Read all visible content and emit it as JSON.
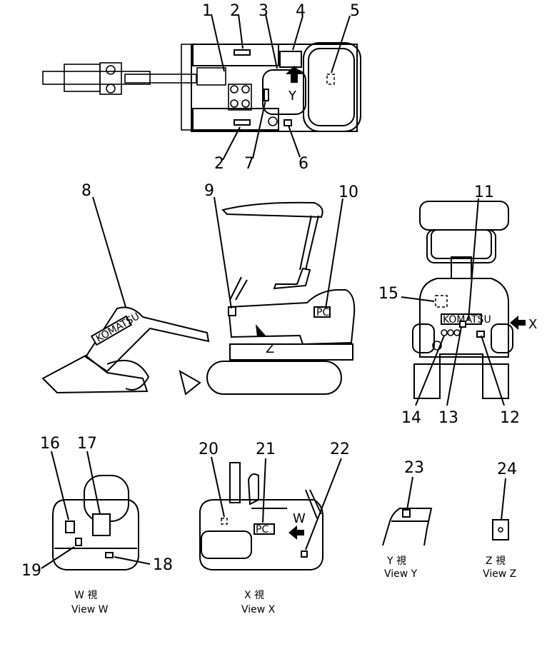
{
  "callouts": [
    "1",
    "2",
    "3",
    "4",
    "5",
    "2",
    "7",
    "6",
    "8",
    "9",
    "10",
    "11",
    "15",
    "13",
    "14",
    "12",
    "16",
    "17",
    "19",
    "18",
    "20",
    "21",
    "22",
    "23",
    "24"
  ],
  "views": {
    "top": {
      "y_mark": "Y"
    },
    "side": {
      "z_mark": "Z",
      "decal_text": "PC",
      "boom_text": "KOMATSU"
    },
    "rear": {
      "x_mark": "X",
      "decal_text": "KOMATSU"
    },
    "w": {
      "cap_jp": "W 視",
      "cap_en": "View W"
    },
    "x": {
      "cap_jp": "X 視",
      "cap_en": "View X",
      "w_mark": "W",
      "decal_text": "PC"
    },
    "y": {
      "cap_jp": "Y 視",
      "cap_en": "View Y"
    },
    "z": {
      "cap_jp": "Z 視",
      "cap_en": "View Z"
    }
  }
}
